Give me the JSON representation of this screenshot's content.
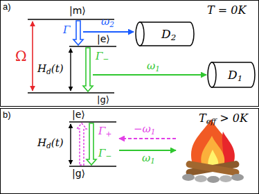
{
  "diagram": {
    "nodes": [
      {
        "text": [
          "a)",
          "T = 0K"
        ]
      },
      {
        "text": [
          "D2"
        ],
        "in": 0
      },
      {
        "text": [
          "D1"
        ],
        "in": 0
      },
      {
        "text": [
          "b)",
          "Teff > 0K"
        ]
      }
    ],
    "labels": [
      "|m⟩",
      "Γ",
      "ω2",
      "|e⟩",
      "Ω",
      "Hd(t)",
      "Γ−",
      "ω1",
      "|g⟩",
      "|e⟩",
      "−ω1",
      "Γ+",
      "Hd(t)",
      "Γ−",
      "ω1",
      "|g⟩"
    ]
  }
}
